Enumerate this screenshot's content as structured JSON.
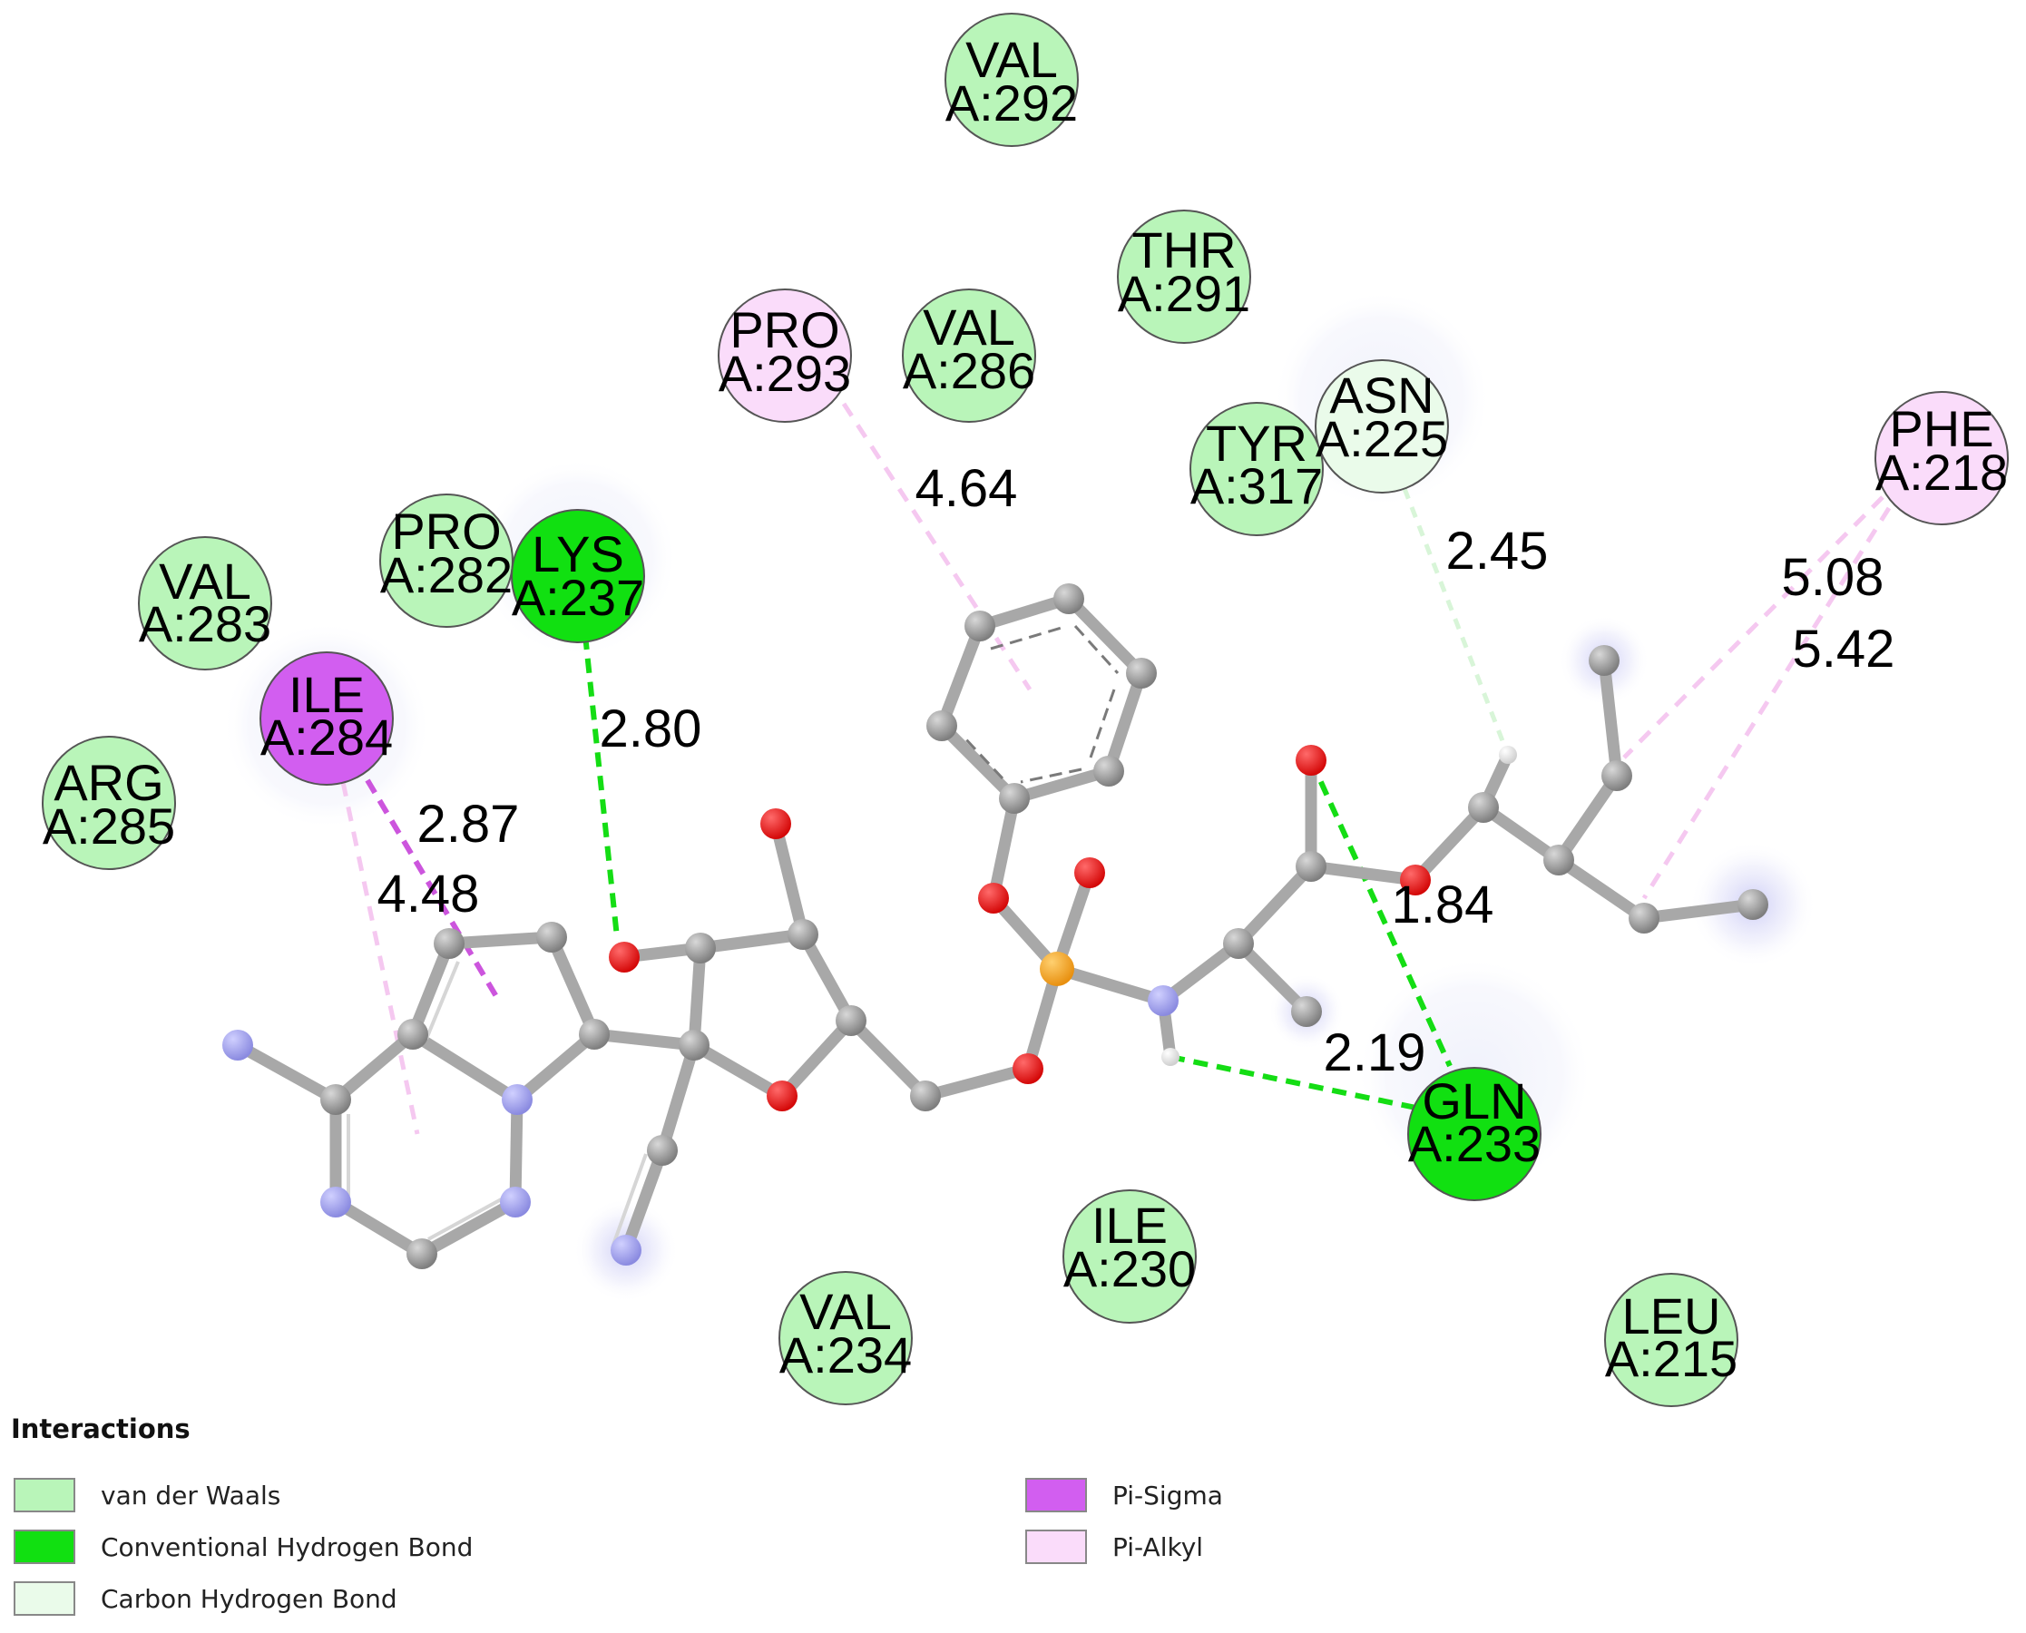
{
  "colors": {
    "van_der_waals": "#b9f5b9",
    "conventional_hbond": "#11e011",
    "carbon_hbond": "#eafbea",
    "pi_sigma": "#d25ef0",
    "pi_alkyl": "#fadcfa",
    "carbon_atom": "#8c8c8c",
    "oxygen_atom": "#e01010",
    "nitrogen_atom": "#9a9ae8",
    "phosphorus_atom": "#f0a020"
  },
  "residues": [
    {
      "id": "val292",
      "name": "VAL",
      "chain_num": "A:292",
      "type": "van_der_waals"
    },
    {
      "id": "thr291",
      "name": "THR",
      "chain_num": "A:291",
      "type": "van_der_waals"
    },
    {
      "id": "pro293",
      "name": "PRO",
      "chain_num": "A:293",
      "type": "pi_alkyl"
    },
    {
      "id": "val286",
      "name": "VAL",
      "chain_num": "A:286",
      "type": "van_der_waals"
    },
    {
      "id": "asn225",
      "name": "ASN",
      "chain_num": "A:225",
      "type": "carbon_hbond"
    },
    {
      "id": "tyr317",
      "name": "TYR",
      "chain_num": "A:317",
      "type": "van_der_waals"
    },
    {
      "id": "phe218",
      "name": "PHE",
      "chain_num": "A:218",
      "type": "pi_alkyl"
    },
    {
      "id": "pro282",
      "name": "PRO",
      "chain_num": "A:282",
      "type": "van_der_waals"
    },
    {
      "id": "lys237",
      "name": "LYS",
      "chain_num": "A:237",
      "type": "conventional_hbond"
    },
    {
      "id": "val283",
      "name": "VAL",
      "chain_num": "A:283",
      "type": "van_der_waals"
    },
    {
      "id": "ile284",
      "name": "ILE",
      "chain_num": "A:284",
      "type": "pi_sigma"
    },
    {
      "id": "arg285",
      "name": "ARG",
      "chain_num": "A:285",
      "type": "van_der_waals"
    },
    {
      "id": "gln233",
      "name": "GLN",
      "chain_num": "A:233",
      "type": "conventional_hbond"
    },
    {
      "id": "ile230",
      "name": "ILE",
      "chain_num": "A:230",
      "type": "van_der_waals"
    },
    {
      "id": "val234",
      "name": "VAL",
      "chain_num": "A:234",
      "type": "van_der_waals"
    },
    {
      "id": "leu215",
      "name": "LEU",
      "chain_num": "A:215",
      "type": "van_der_waals"
    }
  ],
  "distances": [
    {
      "id": "d464",
      "label": "4.64"
    },
    {
      "id": "d245",
      "label": "2.45"
    },
    {
      "id": "d508",
      "label": "5.08"
    },
    {
      "id": "d542",
      "label": "5.42"
    },
    {
      "id": "d280",
      "label": "2.80"
    },
    {
      "id": "d287",
      "label": "2.87"
    },
    {
      "id": "d448",
      "label": "4.48"
    },
    {
      "id": "d184",
      "label": "1.84"
    },
    {
      "id": "d219",
      "label": "2.19"
    }
  ],
  "legend": {
    "title": "Interactions",
    "items": [
      {
        "label": "van der Waals",
        "type": "van_der_waals"
      },
      {
        "label": "Conventional Hydrogen Bond",
        "type": "conventional_hbond"
      },
      {
        "label": "Carbon Hydrogen Bond",
        "type": "carbon_hbond"
      },
      {
        "label": "Pi-Sigma",
        "type": "pi_sigma"
      },
      {
        "label": "Pi-Alkyl",
        "type": "pi_alkyl"
      }
    ]
  }
}
